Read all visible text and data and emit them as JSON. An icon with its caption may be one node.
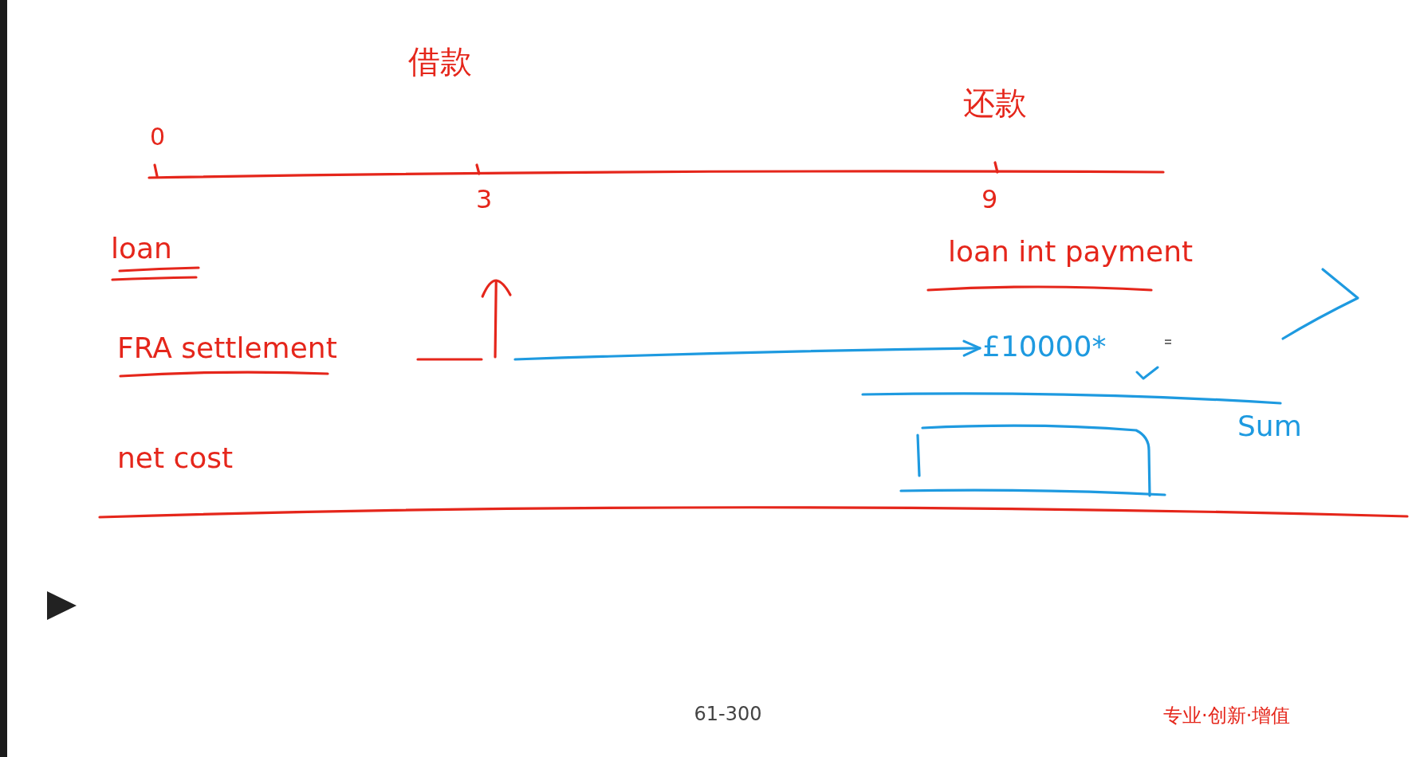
{
  "diagram": {
    "nodes": [
      {
        "text": [],
        "shape": "arrow"
      },
      {
        "text": [
          "£10000*"
        ]
      }
    ],
    "edges": [
      {
        "from": 0,
        "to": 1,
        "arrow": "to"
      }
    ],
    "labels": [
      "借款",
      "还款",
      "0",
      "3",
      "9",
      "loan",
      "loan int payment",
      "FRA settlement",
      "Sum",
      "net cost",
      "61-300",
      "专业·创新·增值"
    ]
  }
}
